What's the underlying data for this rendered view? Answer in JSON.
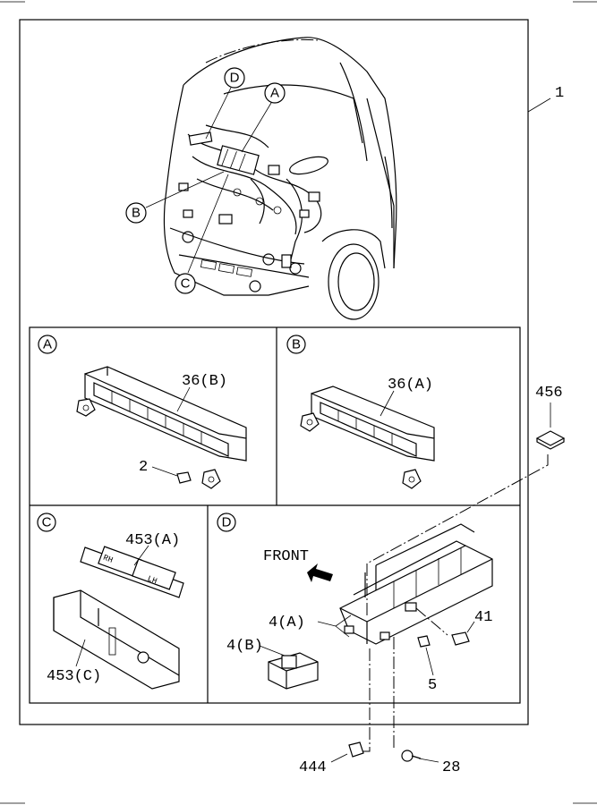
{
  "callouts": {
    "D": "D",
    "A": "A",
    "B": "B",
    "C": "C"
  },
  "panels": {
    "A": {
      "letter": "A",
      "part_label": "36(B)",
      "small_part_label": "2"
    },
    "B": {
      "letter": "B",
      "part_label": "36(A)"
    },
    "C": {
      "letter": "C",
      "label_top": "453(A)",
      "label_bottom": "453(C)",
      "clip_text_left": "RH",
      "clip_text_right": "LH"
    },
    "D": {
      "letter": "D",
      "front_label": "FRONT",
      "label_4a": "4(A)",
      "label_4b": "4(B)",
      "label_5": "5",
      "label_41": "41"
    }
  },
  "outside_labels": {
    "part_1": "1",
    "part_456": "456",
    "part_444": "444",
    "part_28": "28"
  }
}
